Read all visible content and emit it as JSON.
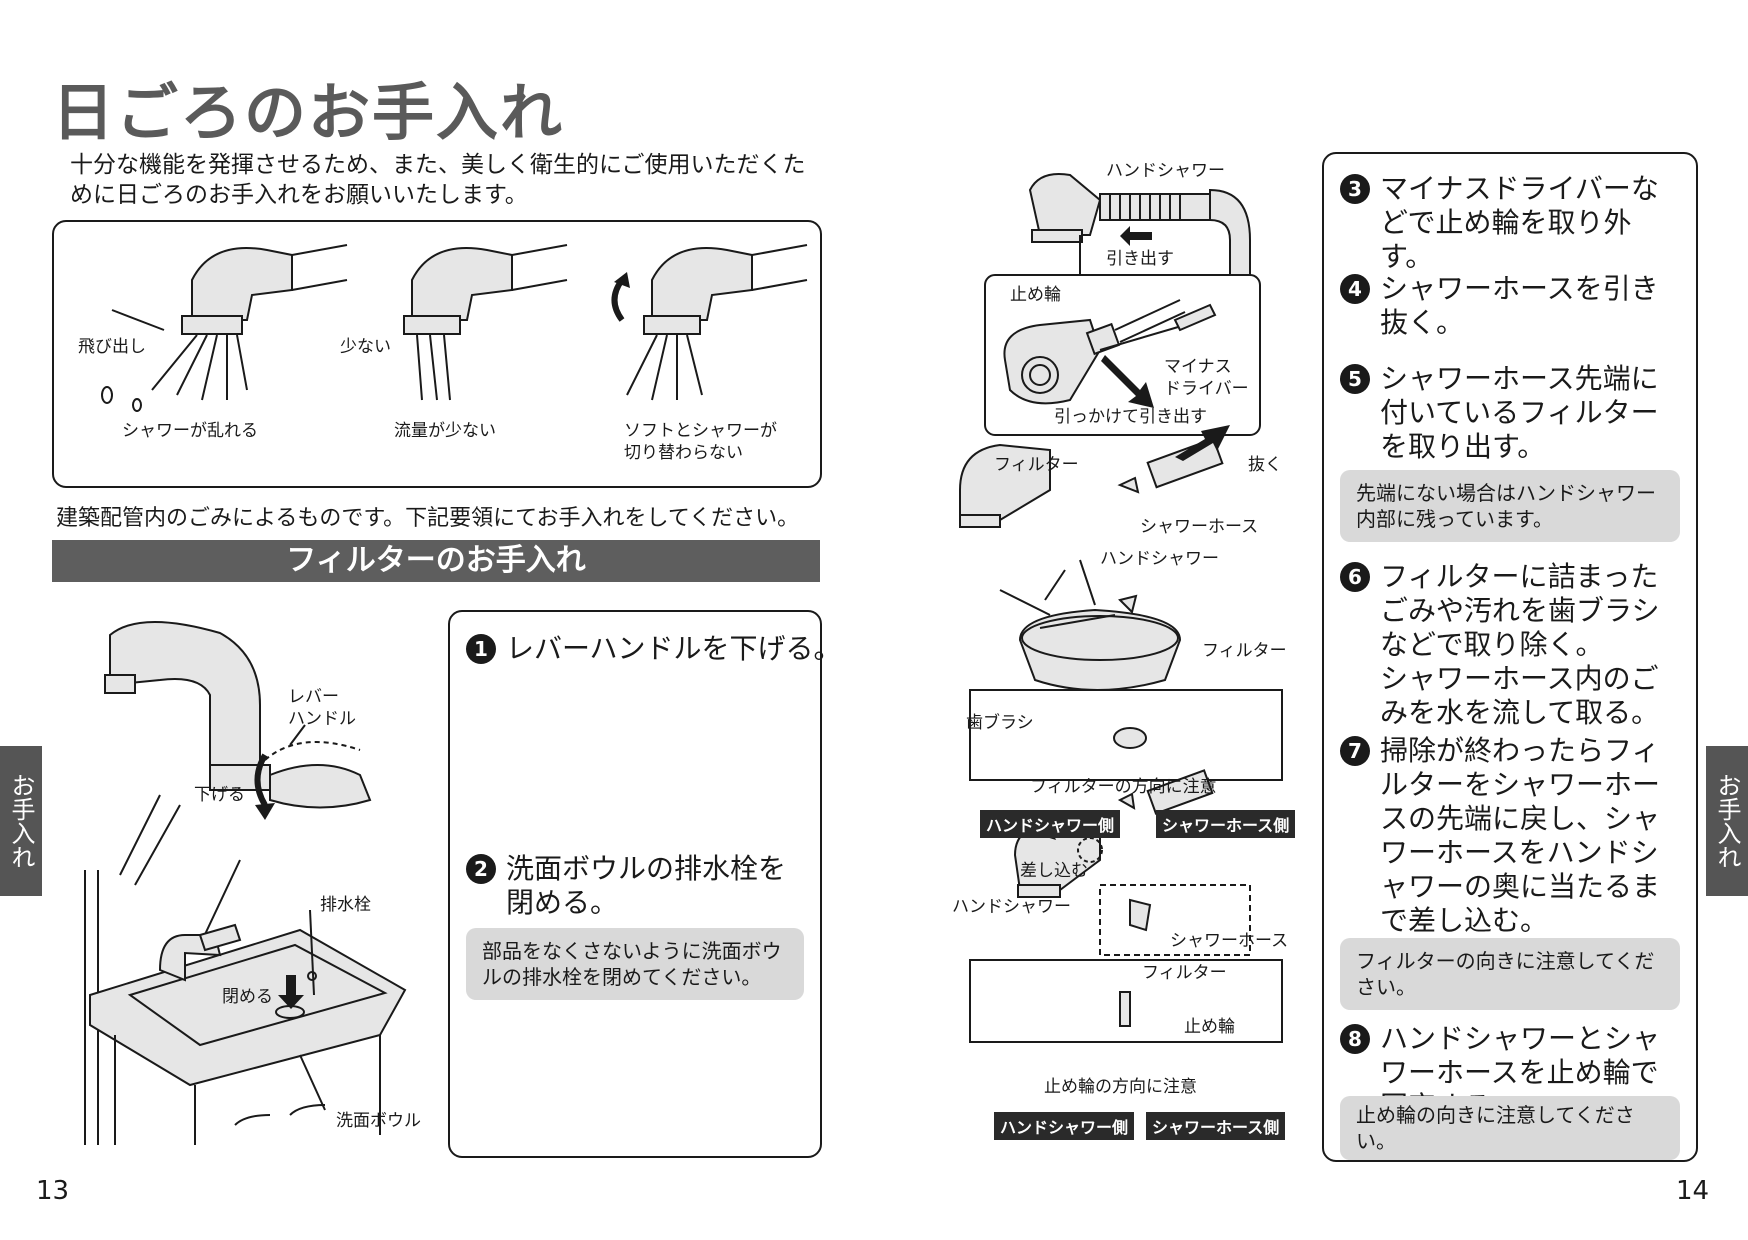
{
  "title": "日ごろのお手入れ",
  "intro": "十分な機能を発揮させるため、また、美しく衛生的にご使用いただくために日ごろのお手入れをお願いいたします。",
  "symptoms": {
    "fig1_top": "飛び出し",
    "fig1_bottom": "シャワーが乱れる",
    "fig2_top": "少ない",
    "fig2_bottom": "流量が少ない",
    "fig3_bottom": "ソフトとシャワーが\n切り替わらない"
  },
  "cause_text": "建築配管内のごみによるものです。下記要領にてお手入れをしてください。",
  "section_title": "フィルターのお手入れ",
  "fig_left": {
    "lever_handle": "レバー\nハンドル",
    "lower": "下げる",
    "drain_plug": "排水栓",
    "close": "閉める",
    "bowl": "洗面ボウル"
  },
  "step1": {
    "num": "1",
    "text": "レバーハンドルを下げる。"
  },
  "step2": {
    "num": "2",
    "text": "洗面ボウルの排水栓を閉める。",
    "note": "部品をなくさないように洗面ボウルの排水栓を閉めてください。"
  },
  "fig_middle": {
    "hand_shower_top": "ハンドシャワー",
    "pull_out": "引き出す",
    "stop_ring": "止め輪",
    "minus_driver": "マイナス\nドライバー",
    "hook_pull": "引っかけて引き出す",
    "filter_1": "フィルター",
    "pull": "抜く",
    "shower_hose_1": "シャワーホース",
    "hand_shower_2": "ハンドシャワー",
    "filter_2": "フィルター",
    "toothbrush": "歯ブラシ",
    "filter_direction_title": "フィルターの方向に注意",
    "hand_shower_side_1": "ハンドシャワー側",
    "shower_hose_side_1": "シャワーホース側",
    "insert": "差し込む",
    "hand_shower_3": "ハンドシャワー",
    "shower_hose_2": "シャワーホース",
    "filter_3": "フィルター",
    "stop_ring_2": "止め輪",
    "ring_direction_title": "止め輪の方向に注意",
    "hand_shower_side_2": "ハンドシャワー側",
    "shower_hose_side_2": "シャワーホース側"
  },
  "steps_right": [
    {
      "num": "3",
      "text": "マイナスドライバーなどで止め輪を取り外す。"
    },
    {
      "num": "4",
      "text": "シャワーホースを引き抜く。"
    },
    {
      "num": "5",
      "text": "シャワーホース先端に付いているフィルターを取り出す。",
      "note": "先端にない場合はハンドシャワー内部に残っています。"
    },
    {
      "num": "6",
      "text": "フィルターに詰まったごみや汚れを歯ブラシなどで取り除く。\nシャワーホース内のごみを水を流して取る。"
    },
    {
      "num": "7",
      "text": "掃除が終わったらフィルターをシャワーホースの先端に戻し、シャワーホースをハンドシャワーの奥に当たるまで差し込む。",
      "note": "フィルターの向きに注意してください。"
    },
    {
      "num": "8",
      "text": "ハンドシャワーとシャワーホースを止め輪で固定する。",
      "note": "止め輪の向きに注意してください。"
    }
  ],
  "side_tab_left": "お手入れ",
  "side_tab_right": "お手入れ",
  "page_left": "13",
  "page_right": "14"
}
